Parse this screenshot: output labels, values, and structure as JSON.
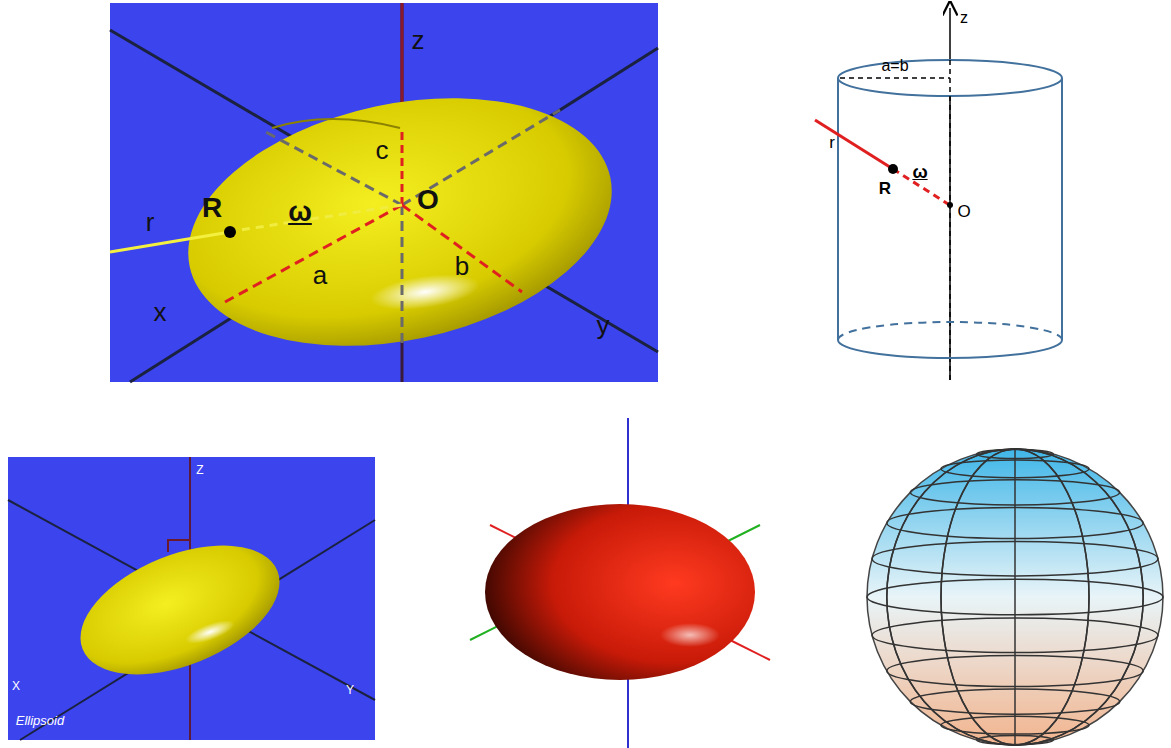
{
  "diagram": {
    "labels": [
      "z",
      "c",
      "ω",
      "O",
      "R",
      "r",
      "a",
      "b",
      "x",
      "y",
      "z",
      "a=b",
      "r",
      "R",
      "ω",
      "O",
      "Z",
      "X",
      "Y",
      "Ellipsoid"
    ]
  }
}
